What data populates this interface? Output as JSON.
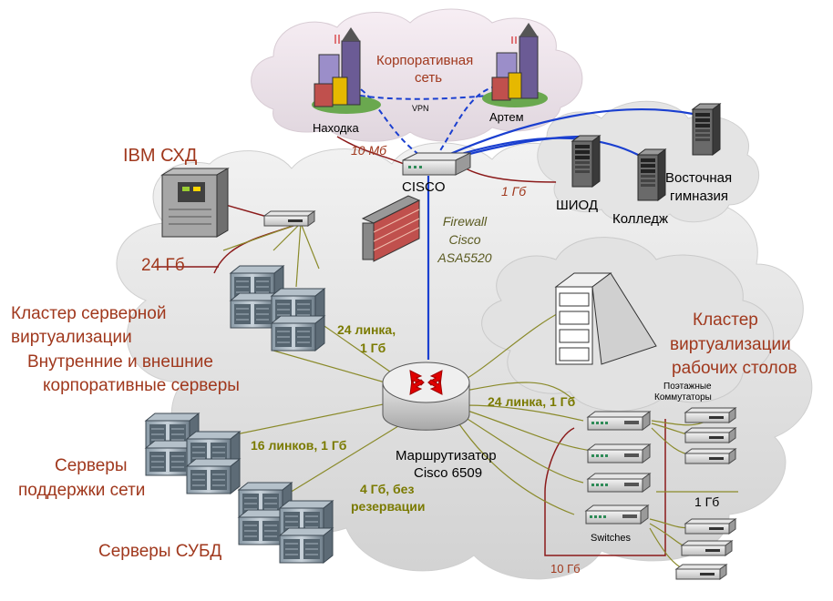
{
  "labels": {
    "corp_network": [
      "Корпоративная",
      "сеть"
    ],
    "nakhodka": "Находка",
    "artem": "Артем",
    "vpn": "VPN",
    "speed_10mb": "10 Мб",
    "cisco": "CISCO",
    "speed_1gb_top": "1 Гб",
    "shiod": "ШИОД",
    "college": "Колледж",
    "gymnasium": [
      "Восточная",
      "гимназия"
    ],
    "ibm_storage": "IBM СХД",
    "speed_24gb": "24 Гб",
    "firewall": [
      "Firewall",
      "Cisco",
      "ASA5520"
    ],
    "virt_cluster": [
      "Кластер серверной",
      "виртуализации"
    ],
    "links_24": [
      "24 линка,",
      "1 Гб"
    ],
    "internal_servers": [
      "Внутренние и внешние",
      "корпоративные серверы"
    ],
    "desktop_cluster": [
      "Кластер",
      "виртуализации",
      "рабочих столов"
    ],
    "floor_switches": [
      "Поэтажные",
      "Коммутаторы"
    ],
    "links_24_right": "24 линка, 1 Гб",
    "links_16": "16 линков, 1 Гб",
    "router": [
      "Маршрутизатор",
      "Cisco 6509"
    ],
    "support_servers": [
      "Серверы",
      "поддержки сети"
    ],
    "reservation": [
      "4 Гб,  без",
      "резервации"
    ],
    "speed_1gb_right": "1 Гб",
    "switches": "Switches",
    "dbms_servers": "Серверы СУБД",
    "speed_10gb": "10 Гб"
  },
  "colors": {
    "brown_label": "#a0381d",
    "olive_label": "#7a7a00",
    "blue_link": "#1a3fd0",
    "red_link": "#8b1a1a",
    "cloud": "#dcdcdc"
  }
}
